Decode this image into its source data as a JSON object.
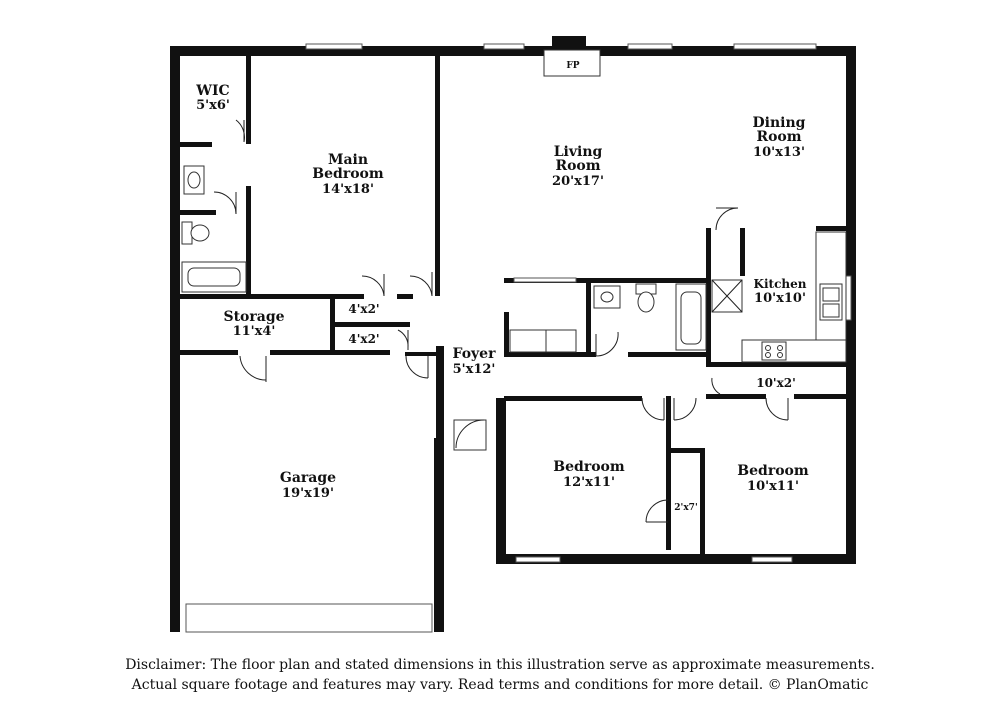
{
  "floorplan": {
    "rooms": {
      "wic": {
        "name": "WIC",
        "dims": "5'x6'"
      },
      "main_bedroom": {
        "name": "Main",
        "name2": "Bedroom",
        "dims": "14'x18'"
      },
      "living_room": {
        "name": "Living",
        "name2": "Room",
        "dims": "20'x17'"
      },
      "dining_room": {
        "name": "Dining",
        "name2": "Room",
        "dims": "10'x13'"
      },
      "kitchen": {
        "name": "Kitchen",
        "dims": "10'x10'"
      },
      "storage": {
        "name": "Storage",
        "dims": "11'x4'"
      },
      "closet_a": {
        "dims": "4'x2'"
      },
      "closet_b": {
        "dims": "4'x2'"
      },
      "foyer": {
        "name": "Foyer",
        "dims": "5'x12'"
      },
      "hall_closet": {
        "dims": "10'x2'"
      },
      "garage": {
        "name": "Garage",
        "dims": "19'x19'"
      },
      "bedroom_1": {
        "name": "Bedroom",
        "dims": "12'x11'"
      },
      "bedroom_2": {
        "name": "Bedroom",
        "dims": "10'x11'"
      },
      "small_closet": {
        "dims": "2'x7'"
      }
    },
    "fireplace_label": "FP"
  },
  "disclaimer": {
    "line1": "Disclaimer: The floor plan and stated dimensions in this illustration serve as approximate measurements.",
    "line2": "Actual square footage and features may vary. Read terms and conditions for more detail. © PlanOmatic"
  }
}
